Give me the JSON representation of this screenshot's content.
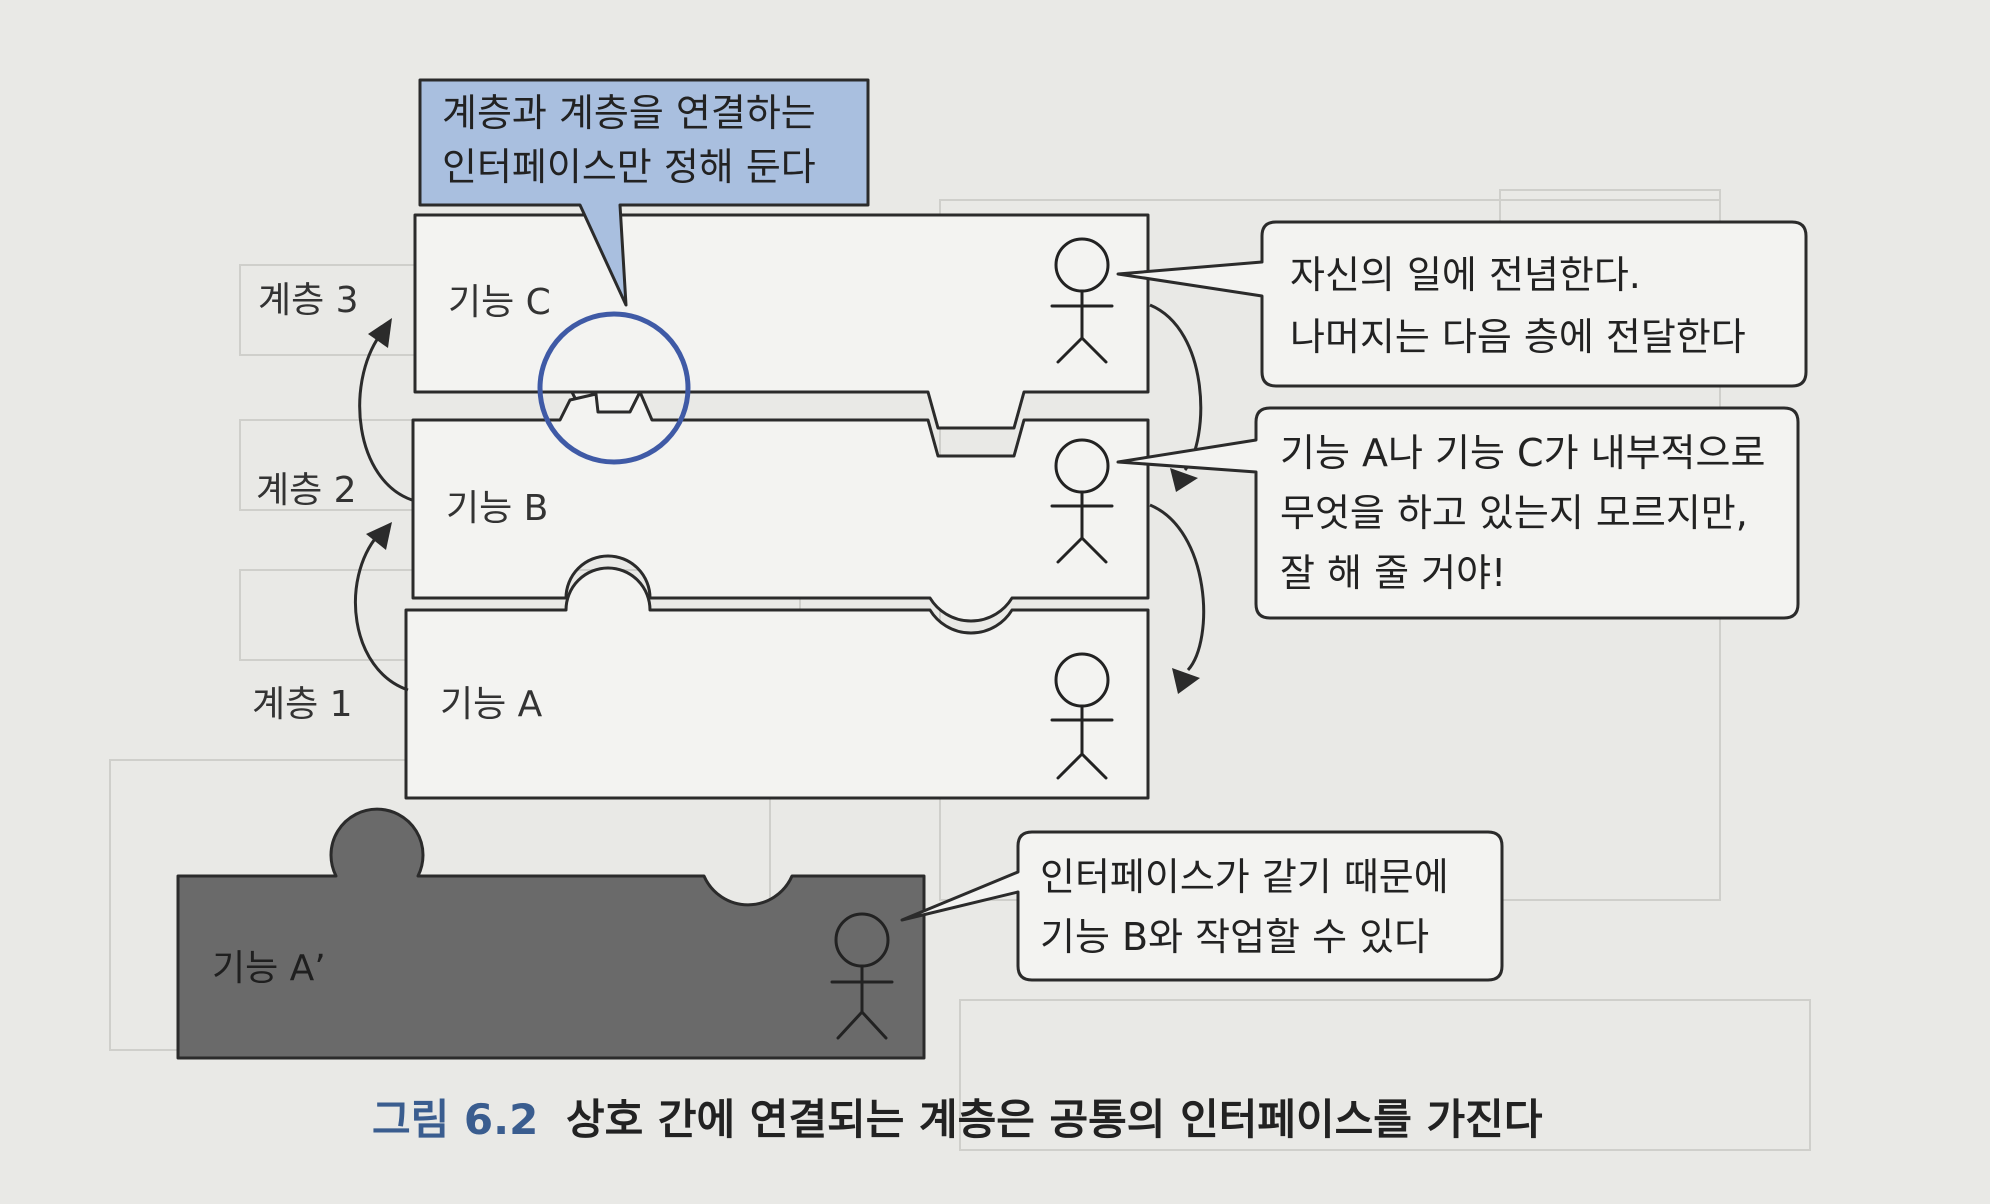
{
  "diagram": {
    "layers": [
      {
        "label": "계층 3",
        "function_label": "기능 C"
      },
      {
        "label": "계층 2",
        "function_label": "기능 B"
      },
      {
        "label": "계층 1",
        "function_label": "기능 A"
      }
    ],
    "replacement_piece_label": "기능 A’",
    "callouts": {
      "interface": [
        "계층과 계층을 연결하는",
        "인터페이스만 정해 둔다"
      ],
      "top_person": [
        "자신의 일에 전념한다.",
        "나머지는 다음 층에 전달한다"
      ],
      "middle_person": [
        "기능 A나 기능 C가 내부적으로",
        "무엇을 하고 있는지 모르지만,",
        "잘 해 줄 거야!"
      ],
      "dark_person": [
        "인터페이스가 같기 때문에",
        "기능 B와 작업할 수 있다"
      ]
    },
    "colors": {
      "accent_blue": "#3a5d8f",
      "callout_blue": "#a9bfdf",
      "highlight_circle": "#3f5aa6",
      "dark_piece": "#6a6a6a"
    }
  },
  "caption": {
    "number": "그림 6.2",
    "text": "상호 간에 연결되는 계층은 공통의 인터페이스를 가진다"
  }
}
